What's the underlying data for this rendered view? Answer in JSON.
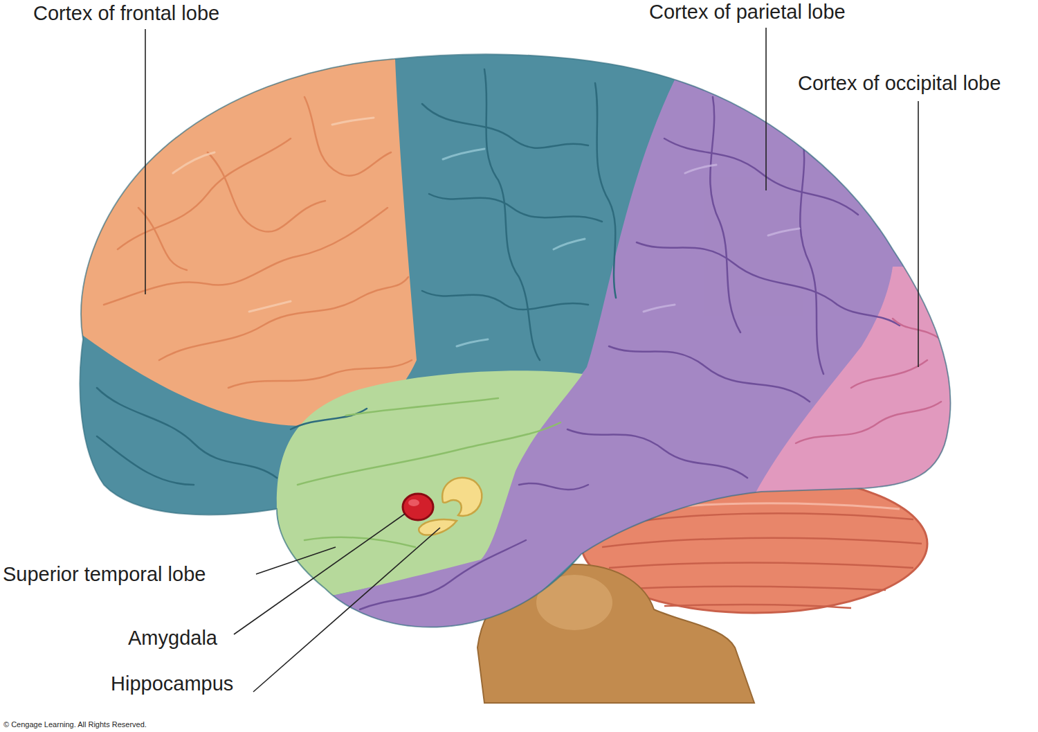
{
  "diagram": {
    "labels": [
      "Cortex of frontal lobe",
      "Cortex of parietal lobe",
      "Cortex of occipital lobe",
      "Superior temporal lobe",
      "Amygdala",
      "Hippocampus",
      "© Cengage Learning. All Rights Reserved."
    ]
  }
}
